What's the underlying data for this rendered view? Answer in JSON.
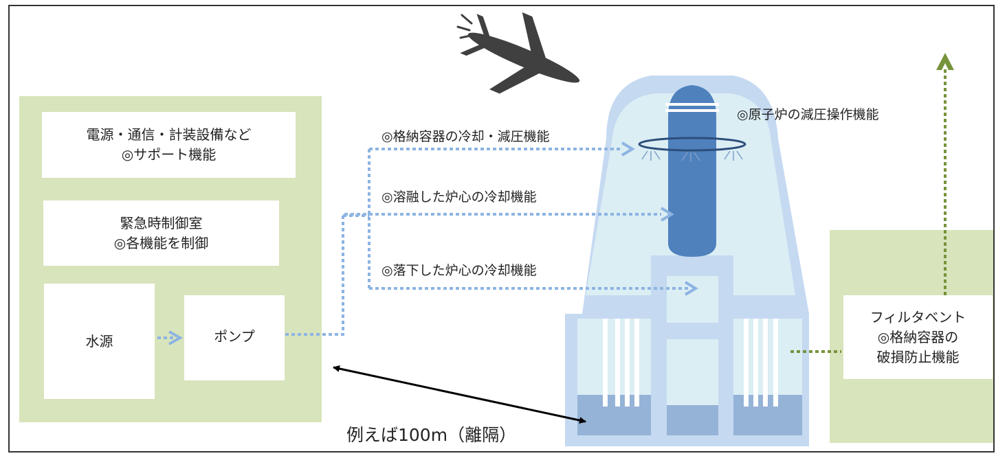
{
  "support_box": {
    "line1": "電源・通信・計装設備など",
    "line2": "◎サポート機能"
  },
  "control_box": {
    "line1": "緊急時制御室",
    "line2": "◎各機能を制御"
  },
  "water_source_label": "水源",
  "pump_label": "ポンプ",
  "functions": {
    "containment_cooling": "◎格納容器の冷却・減圧機能",
    "melted_core_cooling": "◎溶融した炉心の冷却機能",
    "fallen_core_cooling": "◎落下した炉心の冷却機能",
    "depressurization": "◎原子炉の減圧操作機能"
  },
  "filter_vent": {
    "line1": "フィルタベント",
    "line2": "◎格納容器の",
    "line3": "破損防止機能"
  },
  "distance_label": "例えば100m（離隔）",
  "colors": {
    "panel_green": "#d8e4bc",
    "flow_blue": "#8db4e2",
    "vent_green": "#77933c",
    "building_outer": "#c5d9f1",
    "building_inner": "#dbeef4",
    "reactor_blue": "#4f81bd",
    "pool_blue": "#95b3d7",
    "airplane": "#404040"
  },
  "icons": [
    "airplane-icon",
    "double-arrow-icon"
  ]
}
